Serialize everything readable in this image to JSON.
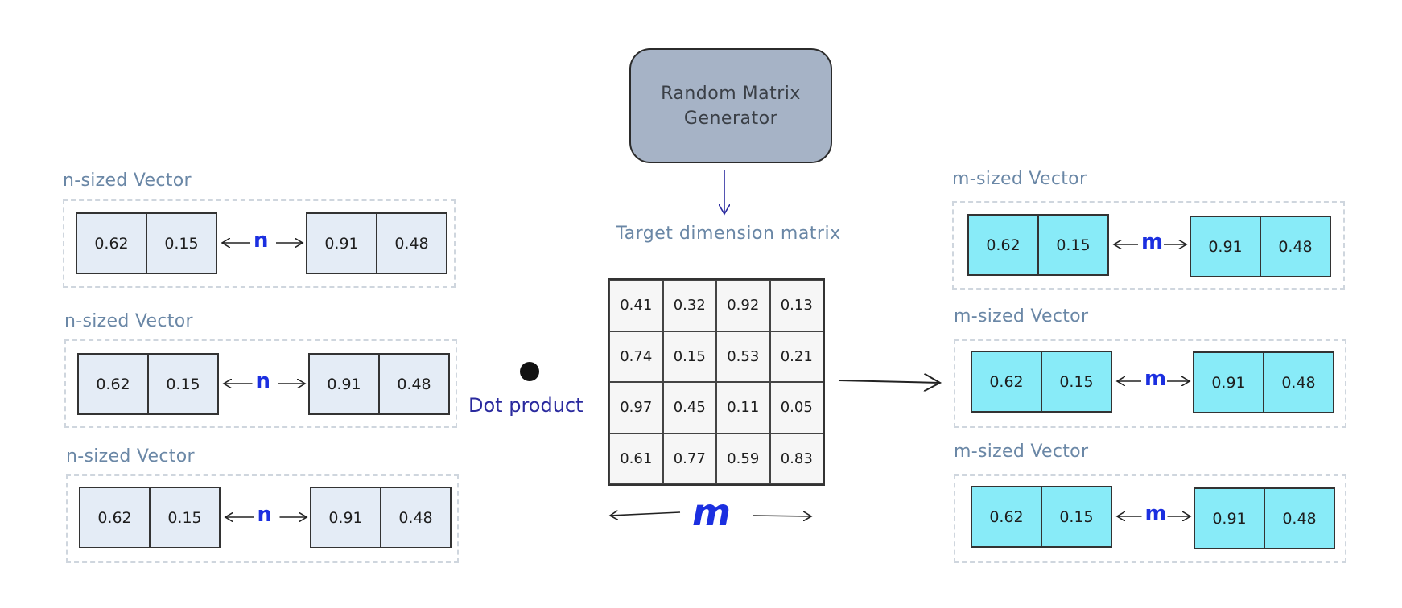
{
  "generator": {
    "line1": "Random Matrix",
    "line2": "Generator"
  },
  "matrix": {
    "title": "Target dimension matrix",
    "rows": [
      [
        "0.41",
        "0.32",
        "0.92",
        "0.13"
      ],
      [
        "0.74",
        "0.15",
        "0.53",
        "0.21"
      ],
      [
        "0.97",
        "0.45",
        "0.11",
        "0.05"
      ],
      [
        "0.61",
        "0.77",
        "0.59",
        "0.83"
      ]
    ],
    "width_label": "m"
  },
  "operation": {
    "label": "Dot product"
  },
  "input_vectors": [
    {
      "title": "n-sized Vector",
      "left": [
        "0.62",
        "0.15"
      ],
      "dim": "n",
      "right": [
        "0.91",
        "0.48"
      ]
    },
    {
      "title": "n-sized Vector",
      "left": [
        "0.62",
        "0.15"
      ],
      "dim": "n",
      "right": [
        "0.91",
        "0.48"
      ]
    },
    {
      "title": "n-sized Vector",
      "left": [
        "0.62",
        "0.15"
      ],
      "dim": "n",
      "right": [
        "0.91",
        "0.48"
      ]
    }
  ],
  "output_vectors": [
    {
      "title": "m-sized Vector",
      "left": [
        "0.62",
        "0.15"
      ],
      "dim": "m",
      "right": [
        "0.91",
        "0.48"
      ]
    },
    {
      "title": "m-sized Vector",
      "left": [
        "0.62",
        "0.15"
      ],
      "dim": "m",
      "right": [
        "0.91",
        "0.48"
      ]
    },
    {
      "title": "m-sized Vector",
      "left": [
        "0.62",
        "0.15"
      ],
      "dim": "m",
      "right": [
        "0.91",
        "0.48"
      ]
    }
  ],
  "colors": {
    "input_fill": "#e4ecf6",
    "output_fill": "#88ebf8",
    "generator_fill": "#a6b3c6",
    "accent_blue": "#1b2fe0",
    "label_blue": "#6a87a6"
  }
}
